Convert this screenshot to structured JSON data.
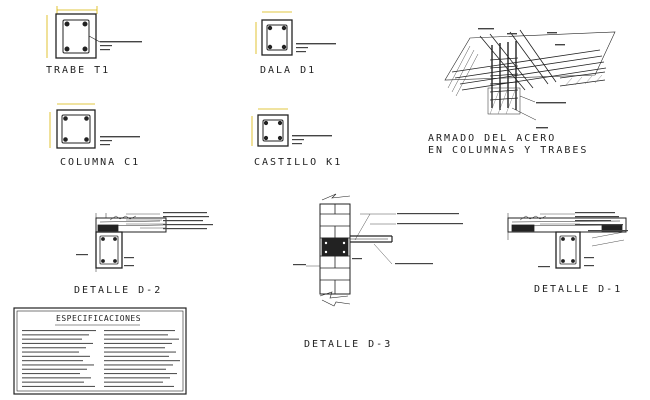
{
  "labels": {
    "trabe": "TRABE T1",
    "dala": "DALA D1",
    "columna": "COLUMNA C1",
    "castillo": "CASTILLO K1",
    "armado_line1": "ARMADO DEL ACERO",
    "armado_line2": "EN COLUMNAS Y TRABES",
    "detalle_d2": "DETALLE D-2",
    "detalle_d3": "DETALLE D-3",
    "detalle_d1": "DETALLE D-1",
    "especificaciones": "ESPECIFICACIONES"
  },
  "colors": {
    "line": "#222222",
    "rebar_dim": "#d9b400",
    "hatch": "#444444"
  }
}
